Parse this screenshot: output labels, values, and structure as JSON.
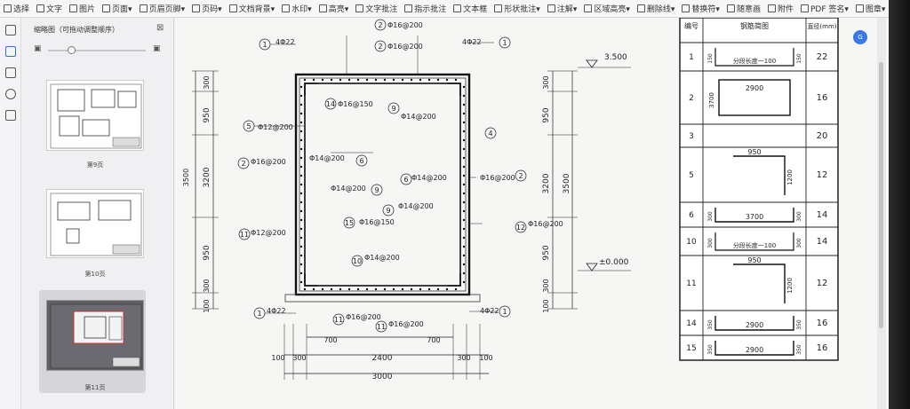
{
  "toolbar": {
    "items": [
      "选择",
      "文字",
      "图片",
      "页面▾",
      "页眉页脚▾",
      "页码▾",
      "文档背景▾",
      "水印▾",
      "高亮▾",
      "文字批注",
      "指示批注",
      "文本框",
      "形状批注▾",
      "注解▾",
      "区域高亮▾",
      "删除线▾",
      "替换符▾",
      "随意画",
      "附件",
      "PDF 签名▾",
      "图章▾"
    ]
  },
  "thumbnails": {
    "title": "缩略图（可拖动调整顺序）",
    "pages": [
      "第9页",
      "第10页",
      "第11页"
    ]
  },
  "drawing": {
    "dims_left": {
      "top": "300",
      "mid1": "950",
      "mid2": "3200",
      "mid3": "950",
      "bottom": "300",
      "base": "100",
      "total": "3500"
    },
    "dims_right": {
      "top": "300",
      "mid1": "950",
      "mid2": "3200",
      "mid3": "950",
      "bottom": "300",
      "base": "100",
      "total": "3500"
    },
    "dims_bottom": {
      "b1": "100",
      "b2": "300",
      "b3": "2400",
      "b4": "300",
      "b5": "100",
      "total": "3000",
      "c1": "700",
      "c2": "700"
    },
    "elevations": {
      "top": "3.500",
      "bottom": "±0.000"
    },
    "callouts": [
      {
        "num": "1",
        "text": "4Φ22"
      },
      {
        "num": "1",
        "text": "4Φ22"
      },
      {
        "num": "2",
        "text": "Φ16@200"
      },
      {
        "num": "2",
        "text": "Φ16@200"
      },
      {
        "num": "5",
        "text": "Φ12@200"
      },
      {
        "num": "2",
        "text": "Φ16@200"
      },
      {
        "num": "14",
        "text": "Φ16@150"
      },
      {
        "num": "9",
        "text": "Φ14@200"
      },
      {
        "num": "4",
        "text": ""
      },
      {
        "num": "6",
        "text": "Φ14@200"
      },
      {
        "num": "9",
        "text": "Φ14@200"
      },
      {
        "num": "6",
        "text": "Φ14@200"
      },
      {
        "num": "2",
        "text": "Φ16@200"
      },
      {
        "num": "9",
        "text": "Φ14@200"
      },
      {
        "num": "15",
        "text": "Φ16@150"
      },
      {
        "num": "11",
        "text": "Φ12@200"
      },
      {
        "num": "12",
        "text": "Φ16@200"
      },
      {
        "num": "10",
        "text": "Φ14@200"
      },
      {
        "num": "1",
        "text": "4Φ22"
      },
      {
        "num": "1",
        "text": "4Φ22"
      },
      {
        "num": "11",
        "text": "Φ16@200"
      },
      {
        "num": "11",
        "text": "Φ16@200"
      }
    ]
  },
  "rebar_table": {
    "headers": [
      "编号",
      "钢筋简图",
      "直径(mm)"
    ],
    "rows": [
      {
        "no": "1",
        "shape": "分段长度一100",
        "left": "150",
        "right": "150",
        "dia": "22"
      },
      {
        "no": "2",
        "shape": "2900",
        "left": "3700",
        "right": "",
        "dia": "16"
      },
      {
        "no": "3",
        "shape": "",
        "left": "",
        "right": "",
        "dia": "20"
      },
      {
        "no": "5",
        "shape": "950",
        "left": "",
        "right": "1200",
        "dia": "12"
      },
      {
        "no": "6",
        "shape": "3700",
        "left": "300",
        "right": "300",
        "dia": "14"
      },
      {
        "no": "10",
        "shape": "分段长度一100",
        "left": "300",
        "right": "300",
        "dia": "14"
      },
      {
        "no": "11",
        "shape": "950",
        "left": "",
        "right": "1200",
        "dia": "12"
      },
      {
        "no": "14",
        "shape": "2900",
        "left": "350",
        "right": "350",
        "dia": "16"
      },
      {
        "no": "15",
        "shape": "2900",
        "left": "350",
        "right": "350",
        "dia": "16"
      }
    ]
  }
}
